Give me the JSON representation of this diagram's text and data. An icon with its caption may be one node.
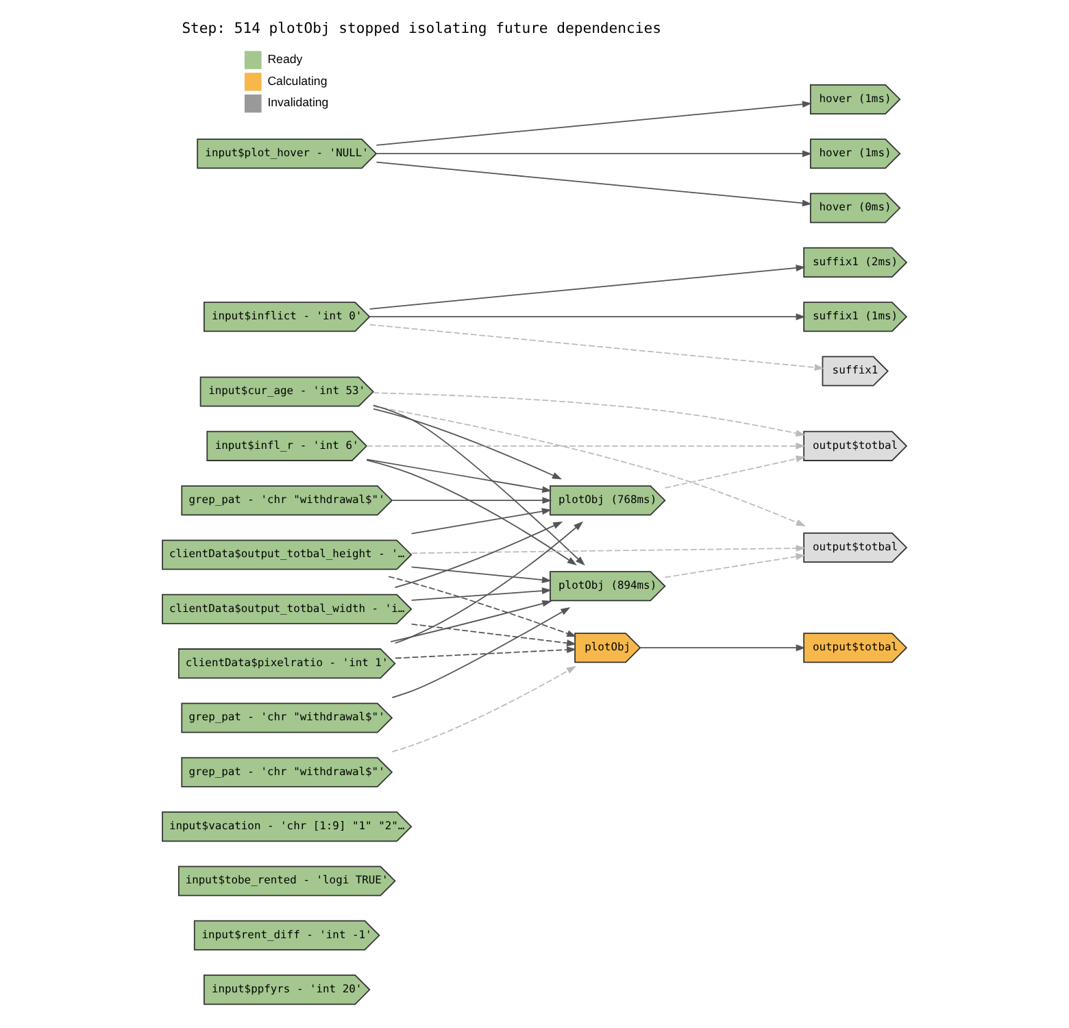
{
  "diagram": {
    "title": "Step: 514 plotObj stopped isolating future dependencies",
    "nodes": [
      {
        "text": [
          "input$ppfyrs - 'int 20'"
        ]
      },
      {
        "text": [
          "input$rent_diff - 'int -1'"
        ]
      },
      {
        "text": [
          "input$tobe_rented - 'logi TRUE'"
        ]
      },
      {
        "text": [
          "input$vacation - 'chr [1:9] \"1\" \"2\"…"
        ]
      },
      {
        "text": [
          "output$totbal"
        ]
      },
      {
        "text": [
          "grep_pat - 'chr \"withdrawal$\"'"
        ]
      },
      {
        "text": [
          "plotObj (768ms)"
        ]
      },
      {
        "text": [
          "input$cur_age - 'int 53'"
        ]
      },
      {
        "text": [
          "input$infl_r - 'int 6'"
        ]
      },
      {
        "text": [
          "clientData$output_totbal_height - '…"
        ]
      },
      {
        "text": [
          "clientData$output_totbal_width - 'i…"
        ]
      },
      {
        "text": [
          "clientData$pixelratio - 'int 1'"
        ]
      },
      {
        "text": [
          "output$totbal"
        ]
      },
      {
        "text": [
          "plotObj (894ms)"
        ]
      },
      {
        "text": [
          "grep_pat - 'chr \"withdrawal$\"'"
        ]
      },
      {
        "text": [
          "output$totbal"
        ]
      },
      {
        "text": [
          "plotObj"
        ]
      },
      {
        "text": [
          "suffix1 (2ms)"
        ]
      },
      {
        "text": [
          "suffix1 (1ms)"
        ]
      },
      {
        "text": [
          "input$inflict - 'int 0'"
        ]
      },
      {
        "text": [
          "suffix1"
        ]
      },
      {
        "text": [
          "grep_pat - 'chr \"withdrawal$\"'"
        ]
      },
      {
        "text": [
          "hover (1ms)"
        ]
      },
      {
        "text": [
          "hover (1ms)"
        ]
      },
      {
        "text": [
          "input$plot_hover - 'NULL'"
        ]
      },
      {
        "text": [
          "hover (0ms)"
        ]
      }
    ],
    "edges": [
      {
        "from": 5,
        "to": 6,
        "arrow": "to"
      },
      {
        "from": 7,
        "to": 6,
        "arrow": "to"
      },
      {
        "from": 8,
        "to": 6,
        "arrow": "to"
      },
      {
        "from": 9,
        "to": 6,
        "arrow": "to"
      },
      {
        "from": 10,
        "to": 6,
        "arrow": "to"
      },
      {
        "from": 11,
        "to": 6,
        "arrow": "to"
      },
      {
        "from": 6,
        "to": 4,
        "arrow": "to",
        "style": "dashed",
        "color": "#bbbbbb"
      },
      {
        "from": 7,
        "to": 4,
        "arrow": "to",
        "style": "dashed",
        "color": "#bbbbbb"
      },
      {
        "from": 8,
        "to": 4,
        "arrow": "to",
        "style": "dashed",
        "color": "#bbbbbb"
      },
      {
        "from": 7,
        "to": 13,
        "arrow": "to"
      },
      {
        "from": 8,
        "to": 13,
        "arrow": "to"
      },
      {
        "from": 9,
        "to": 13,
        "arrow": "to"
      },
      {
        "from": 10,
        "to": 13,
        "arrow": "to"
      },
      {
        "from": 11,
        "to": 13,
        "arrow": "to"
      },
      {
        "from": 14,
        "to": 13,
        "arrow": "to"
      },
      {
        "from": 13,
        "to": 12,
        "arrow": "to",
        "style": "dashed",
        "color": "#bbbbbb"
      },
      {
        "from": 7,
        "to": 12,
        "arrow": "to",
        "style": "dashed",
        "color": "#bbbbbb"
      },
      {
        "from": 9,
        "to": 12,
        "arrow": "to",
        "style": "dashed",
        "color": "#bbbbbb"
      },
      {
        "from": 9,
        "to": 16,
        "arrow": "to",
        "style": "dashed",
        "color": "#555555"
      },
      {
        "from": 10,
        "to": 16,
        "arrow": "to",
        "style": "dashed",
        "color": "#555555"
      },
      {
        "from": 11,
        "to": 16,
        "arrow": "to",
        "style": "dashed",
        "color": "#555555"
      },
      {
        "from": 21,
        "to": 16,
        "arrow": "to",
        "style": "dashed",
        "color": "#bbbbbb"
      },
      {
        "from": 16,
        "to": 15,
        "arrow": "to"
      },
      {
        "from": 19,
        "to": 17,
        "arrow": "to"
      },
      {
        "from": 19,
        "to": 18,
        "arrow": "to"
      },
      {
        "from": 19,
        "to": 20,
        "arrow": "to",
        "style": "dashed",
        "color": "#bbbbbb"
      },
      {
        "from": 24,
        "to": 22,
        "arrow": "to"
      },
      {
        "from": 24,
        "to": 23,
        "arrow": "to"
      },
      {
        "from": 24,
        "to": 25,
        "arrow": "to"
      }
    ],
    "legend": [
      {
        "text": "Ready",
        "color": "#a3c78f"
      },
      {
        "text": "Calculating",
        "color": "#f7b84b"
      },
      {
        "text": "Invalidating",
        "color": "#999999"
      }
    ]
  }
}
